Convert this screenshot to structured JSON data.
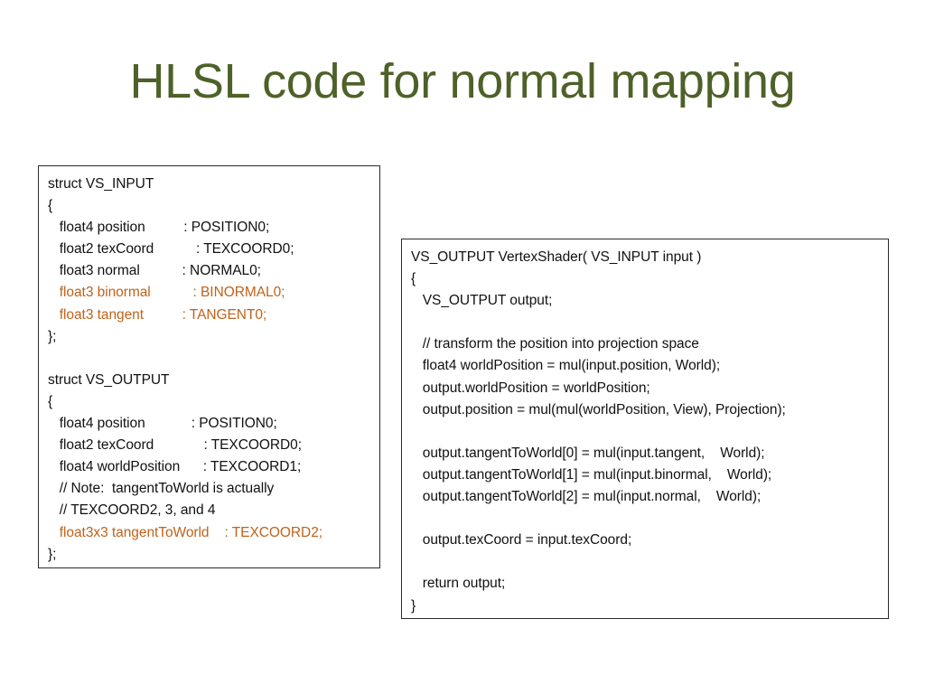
{
  "slide": {
    "title": "HLSL code for normal mapping",
    "title_color": "#4e6128",
    "background_color": "#ffffff",
    "highlight_color": "#c0621a",
    "body_text_color": "#111111",
    "box_border_color": "#2b2b2b"
  },
  "boxes": [
    {
      "name": "vs-structs",
      "lines": [
        {
          "text": "struct VS_INPUT",
          "highlight": false
        },
        {
          "text": "{",
          "highlight": false
        },
        {
          "text": "   float4 position          : POSITION0;",
          "highlight": false
        },
        {
          "text": "   float2 texCoord           : TEXCOORD0;",
          "highlight": false
        },
        {
          "text": "   float3 normal           : NORMAL0;",
          "highlight": false
        },
        {
          "text": "   float3 binormal           : BINORMAL0;",
          "highlight": true
        },
        {
          "text": "   float3 tangent          : TANGENT0;",
          "highlight": true
        },
        {
          "text": "};",
          "highlight": false
        },
        {
          "text": "",
          "highlight": false
        },
        {
          "text": "struct VS_OUTPUT",
          "highlight": false
        },
        {
          "text": "{",
          "highlight": false
        },
        {
          "text": "   float4 position            : POSITION0;",
          "highlight": false
        },
        {
          "text": "   float2 texCoord             : TEXCOORD0;",
          "highlight": false
        },
        {
          "text": "   float4 worldPosition      : TEXCOORD1;",
          "highlight": false
        },
        {
          "text": "   // Note:  tangentToWorld is actually",
          "highlight": false
        },
        {
          "text": "   // TEXCOORD2, 3, and 4",
          "highlight": false
        },
        {
          "text": "   float3x3 tangentToWorld    : TEXCOORD2;",
          "highlight": true
        },
        {
          "text": "};",
          "highlight": false
        }
      ]
    },
    {
      "name": "vertex-shader",
      "lines": [
        {
          "text": "VS_OUTPUT VertexShader( VS_INPUT input )",
          "highlight": false
        },
        {
          "text": "{",
          "highlight": false
        },
        {
          "text": "   VS_OUTPUT output;",
          "highlight": false
        },
        {
          "text": "",
          "highlight": false
        },
        {
          "text": "   // transform the position into projection space",
          "highlight": false
        },
        {
          "text": "   float4 worldPosition = mul(input.position, World);",
          "highlight": false
        },
        {
          "text": "   output.worldPosition = worldPosition;",
          "highlight": false
        },
        {
          "text": "   output.position = mul(mul(worldPosition, View), Projection);",
          "highlight": false
        },
        {
          "text": "",
          "highlight": false
        },
        {
          "text": "   output.tangentToWorld[0] = mul(input.tangent,    World);",
          "highlight": false
        },
        {
          "text": "   output.tangentToWorld[1] = mul(input.binormal,    World);",
          "highlight": false
        },
        {
          "text": "   output.tangentToWorld[2] = mul(input.normal,    World);",
          "highlight": false
        },
        {
          "text": "",
          "highlight": false
        },
        {
          "text": "   output.texCoord = input.texCoord;",
          "highlight": false
        },
        {
          "text": "",
          "highlight": false
        },
        {
          "text": "   return output;",
          "highlight": false
        },
        {
          "text": "}",
          "highlight": false
        }
      ]
    }
  ]
}
